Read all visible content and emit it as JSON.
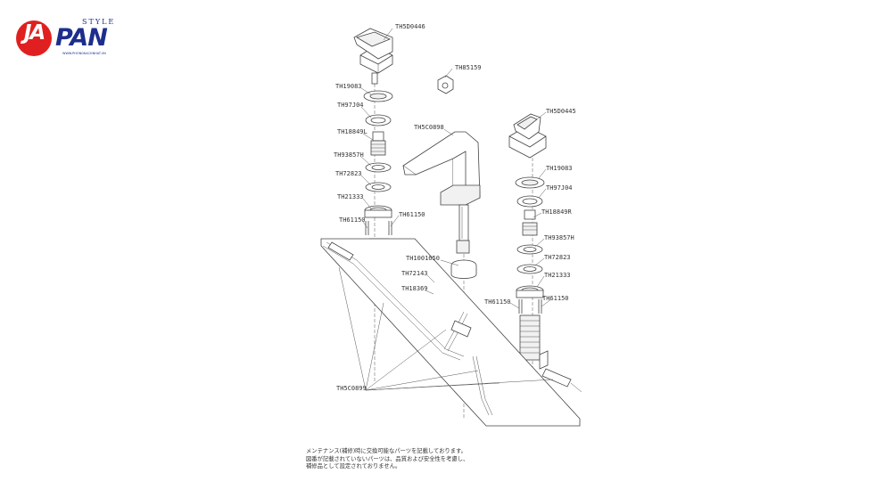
{
  "logo": {
    "mark": "JA",
    "word": "PAN",
    "style": "STYLE",
    "url": "WWW.PHONGKACHNHAT.VN"
  },
  "diagram": {
    "parts": [
      {
        "id": "p1",
        "label": "TH5D0446"
      },
      {
        "id": "p2",
        "label": "TH85159"
      },
      {
        "id": "p3",
        "label": "TH19083"
      },
      {
        "id": "p4",
        "label": "TH97J04"
      },
      {
        "id": "p5",
        "label": "TH18849L"
      },
      {
        "id": "p6",
        "label": "TH93857H"
      },
      {
        "id": "p7",
        "label": "TH72823"
      },
      {
        "id": "p8",
        "label": "TH21333"
      },
      {
        "id": "p9",
        "label": "TH61150"
      },
      {
        "id": "p10",
        "label": "TH61150"
      },
      {
        "id": "p11",
        "label": "TH5C0898"
      },
      {
        "id": "p12",
        "label": "TH1001650"
      },
      {
        "id": "p13",
        "label": "TH72143"
      },
      {
        "id": "p14",
        "label": "TH18369"
      },
      {
        "id": "p15",
        "label": "TH5D0445"
      },
      {
        "id": "p16",
        "label": "TH19083"
      },
      {
        "id": "p17",
        "label": "TH97J04"
      },
      {
        "id": "p18",
        "label": "TH18849R"
      },
      {
        "id": "p19",
        "label": "TH93857H"
      },
      {
        "id": "p20",
        "label": "TH72823"
      },
      {
        "id": "p21",
        "label": "TH21333"
      },
      {
        "id": "p22",
        "label": "TH61150"
      },
      {
        "id": "p23",
        "label": "TH61150"
      },
      {
        "id": "p24",
        "label": "TH5C0899"
      }
    ]
  },
  "notes": [
    "メンテナンス(補修)時に交換可能なパーツを記載しております。",
    "図番が記載されていないパーツは、品質および安全性を考慮し、",
    "補修品として設定されておりません。"
  ]
}
